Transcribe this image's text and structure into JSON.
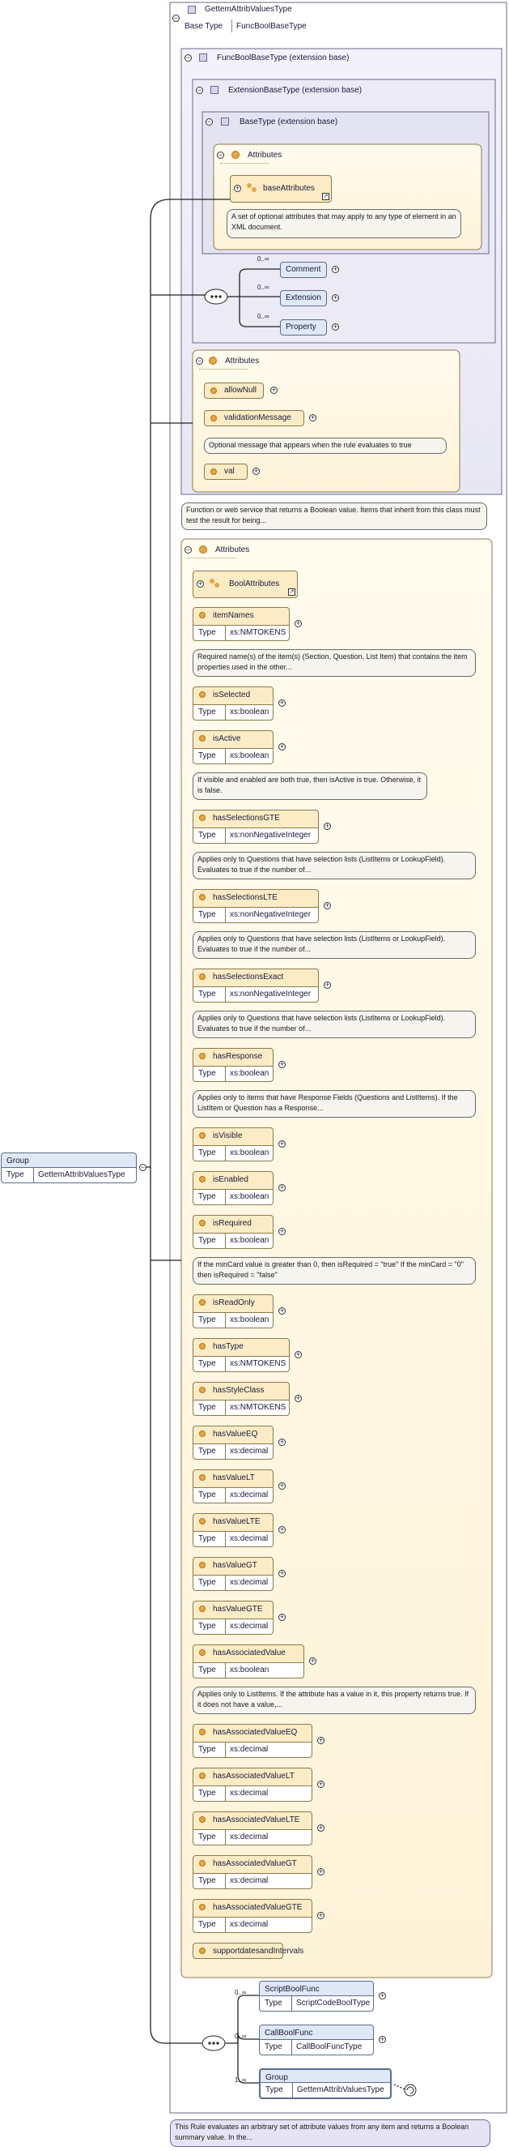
{
  "root": {
    "name": "Group",
    "type_label": "Type",
    "type": "GettemAttribValuesType"
  },
  "complex_type": {
    "name": "GettemAttribValuesType",
    "base_type_label": "Base Type",
    "base_type": "FuncBoolBaseType"
  },
  "func_bool_base": {
    "title": "FuncBoolBaseType (extension base)"
  },
  "extension_base": {
    "title": "ExtensionBaseType (extension base)"
  },
  "base_type": {
    "title": "BaseType (extension base)"
  },
  "base_attributes": {
    "title": "Attributes",
    "group": "baseAttributes",
    "note": "A set of optional attributes that may apply to any type of element in an XML document."
  },
  "ext_sequence": [
    {
      "count": "0..∞",
      "name": "Comment"
    },
    {
      "count": "0..∞",
      "name": "Extension"
    },
    {
      "count": "0..∞",
      "name": "Property"
    }
  ],
  "fbb_attributes": {
    "title": "Attributes",
    "items": [
      "allowNull",
      "validationMessage",
      "val"
    ],
    "note": "Optional message that appears when the rule evaluates to true"
  },
  "func_note": "Function or web service that returns a Boolean value. Items that inherit from this class must test the result for being...",
  "attributes": {
    "title": "Attributes",
    "group": "BoolAttributes",
    "items": [
      {
        "name": "itemNames",
        "type": "xs:NMTOKENS",
        "note": "Required name(s) of the item(s) (Section, Question, List Item) that contains the item properties used in the other..."
      },
      {
        "name": "isSelected",
        "type": "xs:boolean"
      },
      {
        "name": "isActive",
        "type": "xs:boolean",
        "note": "If visible and enabled are both true, then isActive is true. Otherwise, it is false."
      },
      {
        "name": "hasSelectionsGTE",
        "type": "xs:nonNegativeInteger",
        "note": "Applies only to Questions that have selection lists (ListItems or LookupField). Evaluates to true if the number of..."
      },
      {
        "name": "hasSelectionsLTE",
        "type": "xs:nonNegativeInteger",
        "note": "Applies only to Questions that have selection lists (ListItems or LookupField). Evaluates to true if the number of..."
      },
      {
        "name": "hasSelectionsExact",
        "type": "xs:nonNegativeInteger",
        "note": "Applies only to Questions that have selection lists (ListItems or LookupField). Evaluates to true if the number of..."
      },
      {
        "name": "hasResponse",
        "type": "xs:boolean",
        "note": "Applies only to items that have Response Fields (Questions and ListItems). If the ListItem or Question has a Response..."
      },
      {
        "name": "isVisible",
        "type": "xs:boolean"
      },
      {
        "name": "isEnabled",
        "type": "xs:boolean"
      },
      {
        "name": "isRequired",
        "type": "xs:boolean",
        "note": "If the minCard value is greater than 0, then isRequired = \"true\" If the minCard = \"0\" then isRequired = \"false\""
      },
      {
        "name": "isReadOnly",
        "type": "xs:boolean"
      },
      {
        "name": "hasType",
        "type": "xs:NMTOKENS"
      },
      {
        "name": "hasStyleClass",
        "type": "xs:NMTOKENS"
      },
      {
        "name": "hasValueEQ",
        "type": "xs:decimal"
      },
      {
        "name": "hasValueLT",
        "type": "xs:decimal"
      },
      {
        "name": "hasValueLTE",
        "type": "xs:decimal"
      },
      {
        "name": "hasValueGT",
        "type": "xs:decimal"
      },
      {
        "name": "hasValueGTE",
        "type": "xs:decimal"
      },
      {
        "name": "hasAssociatedValue",
        "type": "xs:boolean",
        "note": "Applies only to ListItems. If the attribute has a value in it, this property returns true. If it does not have a value,..."
      },
      {
        "name": "hasAssociatedValueEQ",
        "type": "xs:decimal"
      },
      {
        "name": "hasAssociatedValueLT",
        "type": "xs:decimal"
      },
      {
        "name": "hasAssociatedValueLTE",
        "type": "xs:decimal"
      },
      {
        "name": "hasAssociatedValueGT",
        "type": "xs:decimal"
      },
      {
        "name": "hasAssociatedValueGTE",
        "type": "xs:decimal"
      },
      {
        "name": "supportdatesandIntervals"
      }
    ]
  },
  "choice": [
    {
      "count": "0..∞",
      "name": "ScriptBoolFunc",
      "type": "ScriptCodeBoolType"
    },
    {
      "count": "0..∞",
      "name": "CallBoolFunc",
      "type": "CallBoolFuncType"
    },
    {
      "count": "1..∞",
      "name": "Group",
      "type": "GettemAttribValuesType"
    }
  ],
  "type_label": "Type",
  "footer_note": "This Rule evaluates an arbitrary set of attribute values from any item and returns a Boolean summary value. In the..."
}
